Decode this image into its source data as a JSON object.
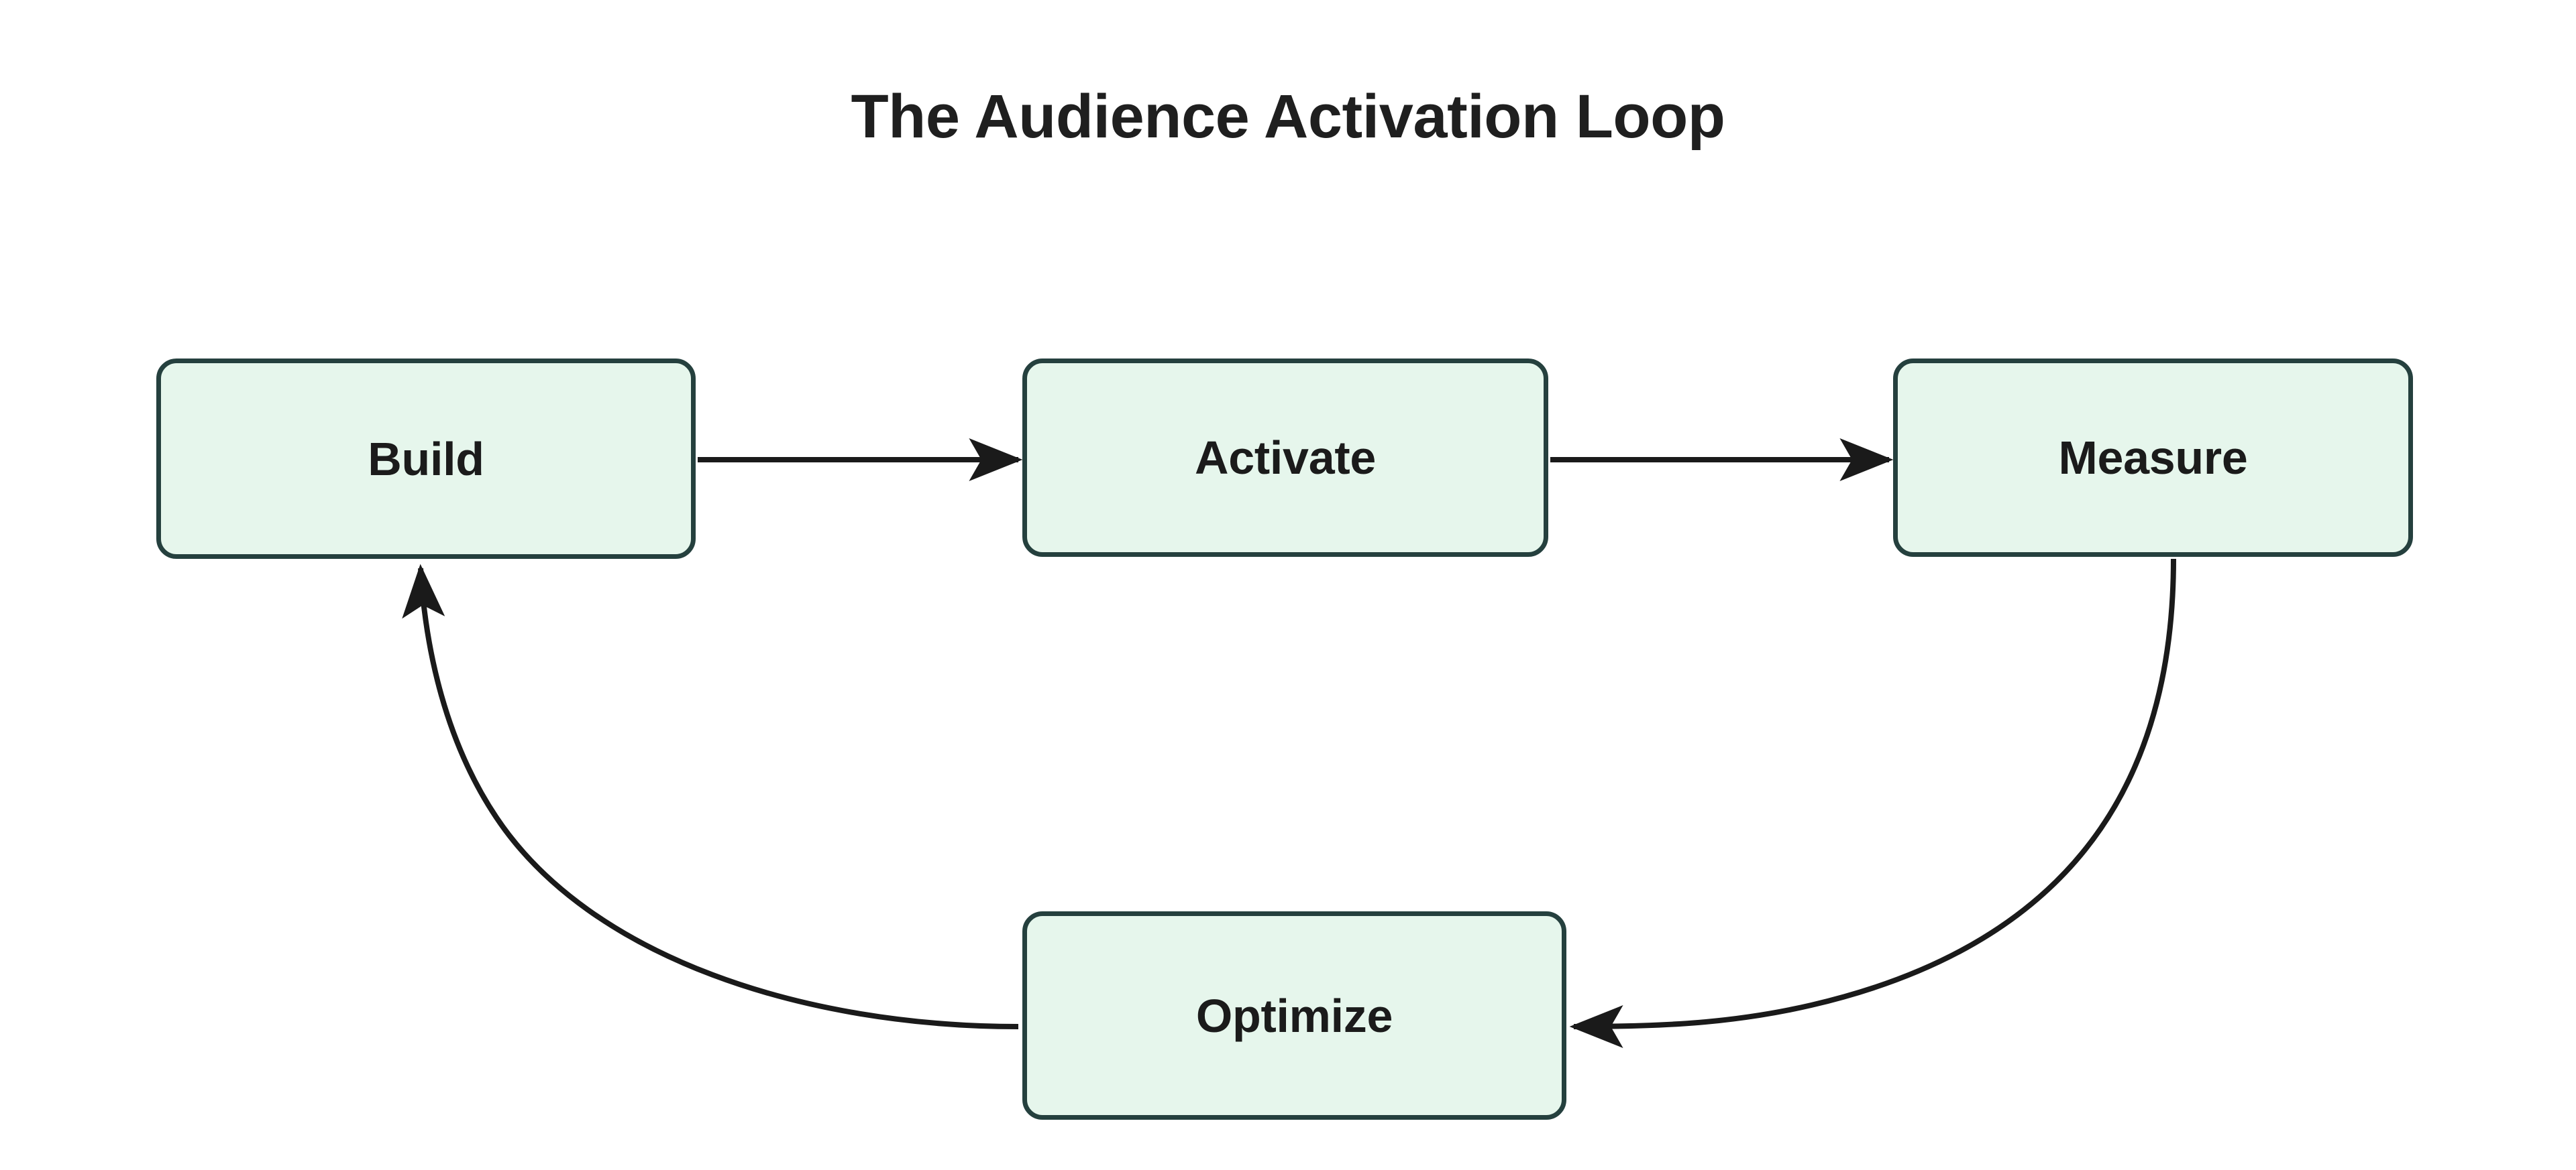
{
  "diagram": {
    "title": "The Audience Activation Loop",
    "type": "cycle-flowchart",
    "background_color": "#ffffff",
    "node_fill_color": "#e6f6ec",
    "node_border_color": "#25403e",
    "node_text_color": "#1b1b1b",
    "edge_color": "#1a1a1a",
    "nodes": [
      {
        "id": "build",
        "label": "Build"
      },
      {
        "id": "activate",
        "label": "Activate"
      },
      {
        "id": "measure",
        "label": "Measure"
      },
      {
        "id": "optimize",
        "label": "Optimize"
      }
    ],
    "edges": [
      {
        "from": "Build",
        "to": "Activate",
        "style": "straight",
        "label": ""
      },
      {
        "from": "Activate",
        "to": "Measure",
        "style": "straight",
        "label": ""
      },
      {
        "from": "Measure",
        "to": "Optimize",
        "style": "curved",
        "label": ""
      },
      {
        "from": "Optimize",
        "to": "Build",
        "style": "curved",
        "label": ""
      }
    ]
  }
}
